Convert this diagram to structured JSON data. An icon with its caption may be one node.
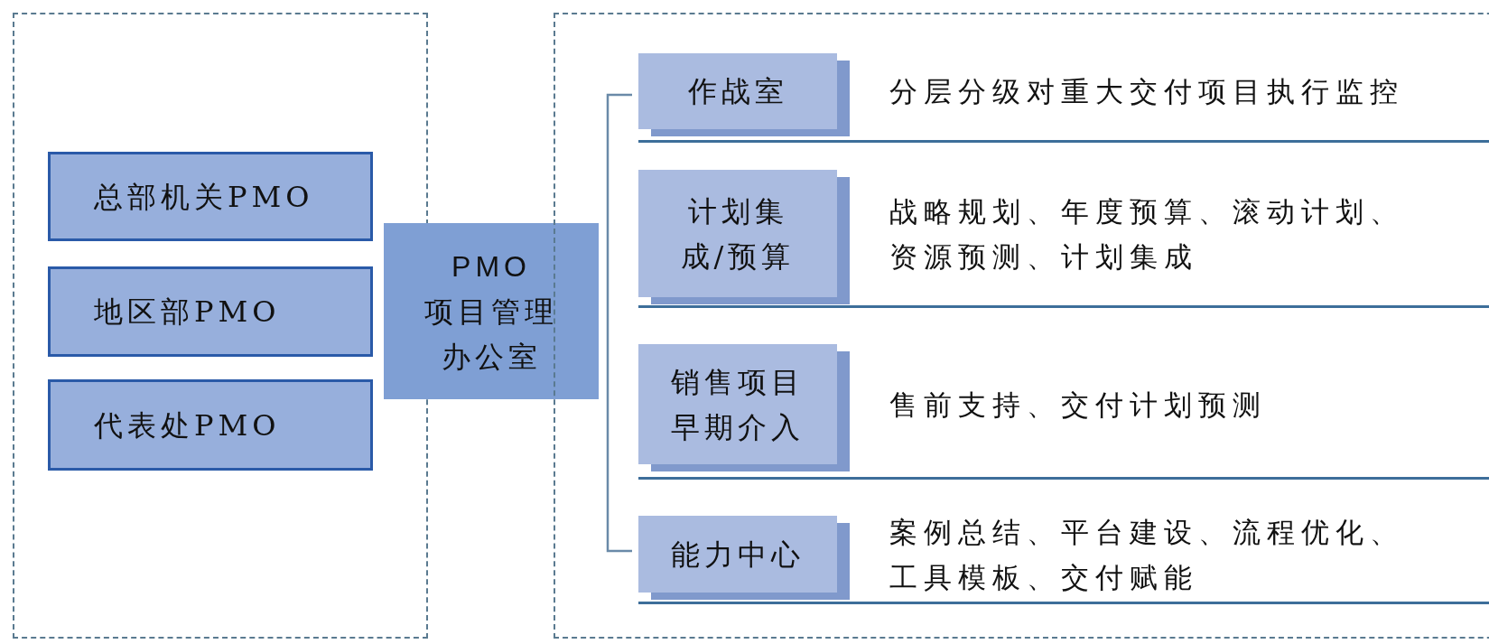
{
  "diagram": {
    "nodes": [
      {
        "text": [],
        "shape": "box"
      },
      {
        "text": [
          "总部机关PMO"
        ],
        "in": 0
      },
      {
        "text": [
          "地区部PMO"
        ],
        "in": 0
      },
      {
        "text": [
          "代表处PMO"
        ],
        "in": 0
      },
      {
        "text": [
          "PMO",
          "项目管理办公室"
        ]
      },
      {
        "text": [],
        "shape": "box"
      },
      {
        "text": [
          "作战室"
        ],
        "in": 5,
        "beside": [
          "分层分级对重大交付项目执行监控"
        ]
      },
      {
        "text": [
          "计划集成/预算"
        ],
        "in": 5,
        "beside": [
          "战略规划、年度预算、滚动计划、资源预测、计划集成"
        ]
      },
      {
        "text": [
          "销售项目早期介入"
        ],
        "in": 5,
        "beside": [
          "售前支持、交付计划预测"
        ]
      },
      {
        "text": [
          "能力中心"
        ],
        "in": 5,
        "beside": [
          "案例总结、平台建设、流程优化、工具模板、交付赋能"
        ]
      }
    ],
    "edges": []
  }
}
